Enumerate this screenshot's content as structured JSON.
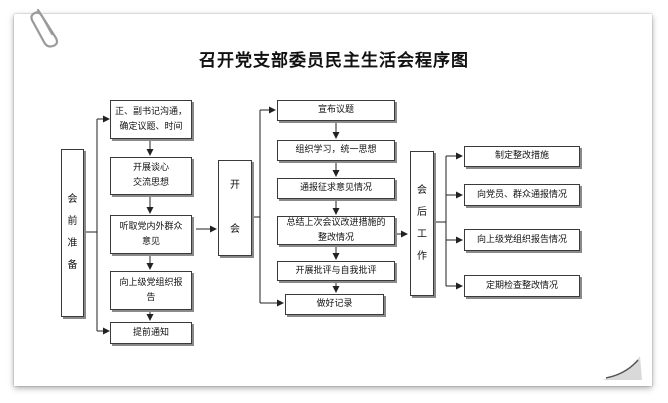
{
  "title": "召开党支部委员民主生活会程序图",
  "groups": {
    "prep": "会\n前\n准\n备",
    "meeting": "开\n\n会",
    "after": "会\n后\n工\n作"
  },
  "prep_steps": [
    "正、副书记沟通，\n确定议题、时间",
    "开展谈心\n交流思想",
    "听取党内外群众\n意见",
    "向上级党组织报\n告",
    "提前通知"
  ],
  "meeting_steps": [
    "宣布议题",
    "组织学习，统一思想",
    "通报征求意见情况",
    "总结上次会议改进措施的\n整改情况",
    "开展批评与自我批评",
    "做好记录"
  ],
  "after_steps": [
    "制定整改措施",
    "向党员、群众通报情况",
    "向上级党组织报告情况",
    "定期检查整改情况"
  ]
}
